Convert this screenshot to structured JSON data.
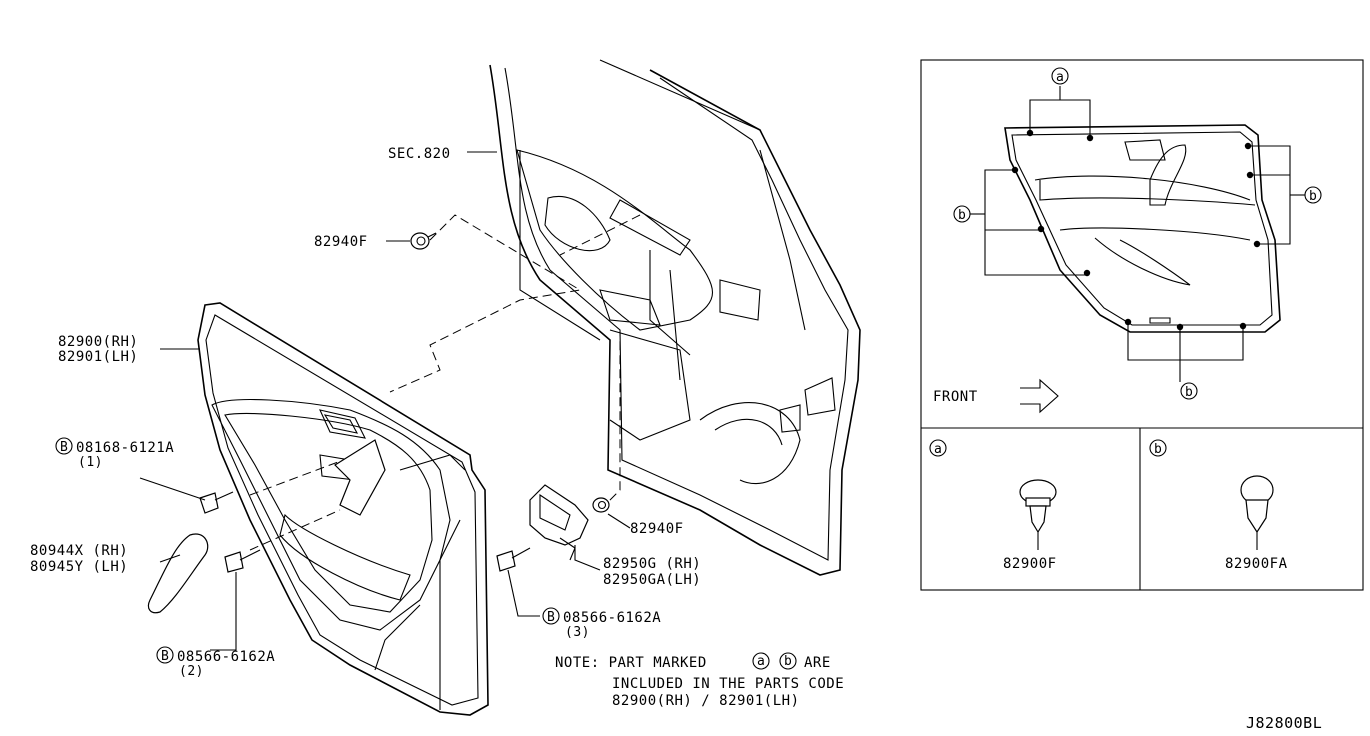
{
  "labels": {
    "sec": "SEC.820",
    "clip_top": "82940F",
    "trim_rh": "82900(RH)",
    "trim_lh": "82901(LH)",
    "bolt1": "08168-6121A",
    "bolt1_qty": "(1)",
    "handle_rh": "80944X (RH)",
    "handle_lh": "80945Y (LH)",
    "bolt2": "08566-6162A",
    "bolt2_qty": "(2)",
    "clip_bottom": "82940F",
    "bracket_rh": "82950G  (RH)",
    "bracket_lh": "82950GA(LH)",
    "bolt3": "08566-6162A",
    "bolt3_qty": "(3)",
    "b_symbol": "B"
  },
  "note": {
    "line1_prefix": "NOTE: PART MARKED",
    "line1_suffix": "ARE",
    "line2": "INCLUDED IN THE PARTS CODE",
    "line3": "82900(RH) / 82901(LH)"
  },
  "inset": {
    "mark_a": "a",
    "mark_b": "b",
    "front": "FRONT",
    "clip_a_part": "82900F",
    "clip_b_part": "82900FA"
  },
  "diagram_code": "J82800BL"
}
